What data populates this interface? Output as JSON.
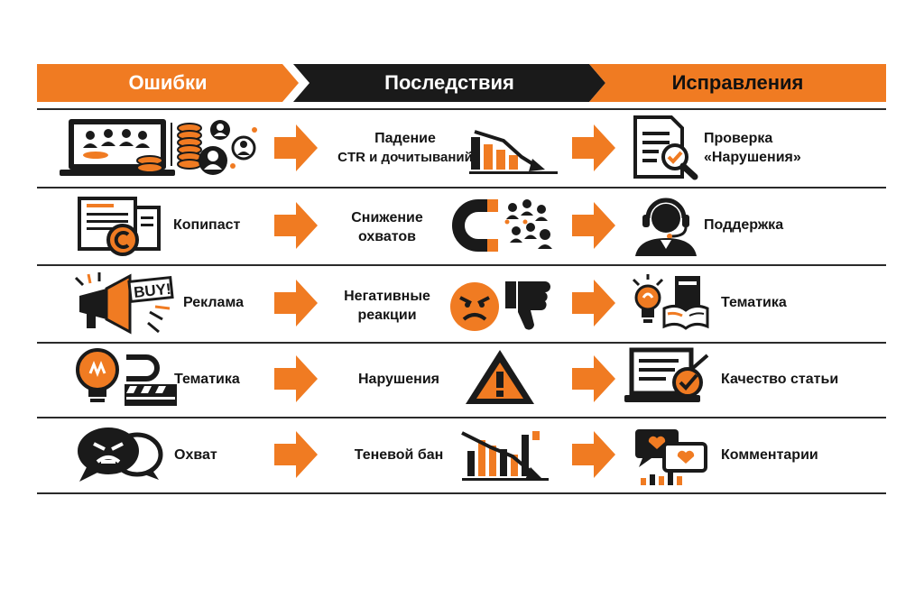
{
  "header": {
    "col1": "Ошибки",
    "col2": "Последствия",
    "col3": "Исправления"
  },
  "colors": {
    "orange": "#f07b22",
    "dark": "#1a1a1a"
  },
  "rows": [
    {
      "mistake": "",
      "mistake_icon": "audience-laptop-coins-icon",
      "consequence": [
        "Падение",
        "CTR и дочитываний"
      ],
      "consequence_icon": "declining-chart-icon",
      "fix": [
        "Проверка",
        "«Нарушения»"
      ],
      "fix_icon": "document-magnifier-icon"
    },
    {
      "mistake": "Копипаст",
      "mistake_icon": "copyright-documents-icon",
      "consequence": [
        "Снижение",
        "охватов"
      ],
      "consequence_icon": "magnet-audience-icon",
      "fix": [
        "Поддержка"
      ],
      "fix_icon": "support-headset-icon"
    },
    {
      "mistake": "Реклама",
      "mistake_icon": "megaphone-buy-icon",
      "consequence": [
        "Негативные",
        "реакции"
      ],
      "consequence_icon": "angry-face-thumbs-down-icon",
      "fix": [
        "Тематика"
      ],
      "fix_icon": "lightbulb-books-icon"
    },
    {
      "mistake": "Тематика",
      "mistake_icon": "lightbulb-clapperboard-icon",
      "consequence": [
        "Нарушения"
      ],
      "consequence_icon": "warning-triangle-icon",
      "fix": [
        "Качество статьи"
      ],
      "fix_icon": "laptop-checkmark-icon"
    },
    {
      "mistake": "Охват",
      "mistake_icon": "angry-speech-bubbles-icon",
      "consequence": [
        "Теневой бан"
      ],
      "consequence_icon": "falling-bars-icon",
      "fix": [
        "Комментарии"
      ],
      "fix_icon": "chat-hearts-icon"
    }
  ]
}
